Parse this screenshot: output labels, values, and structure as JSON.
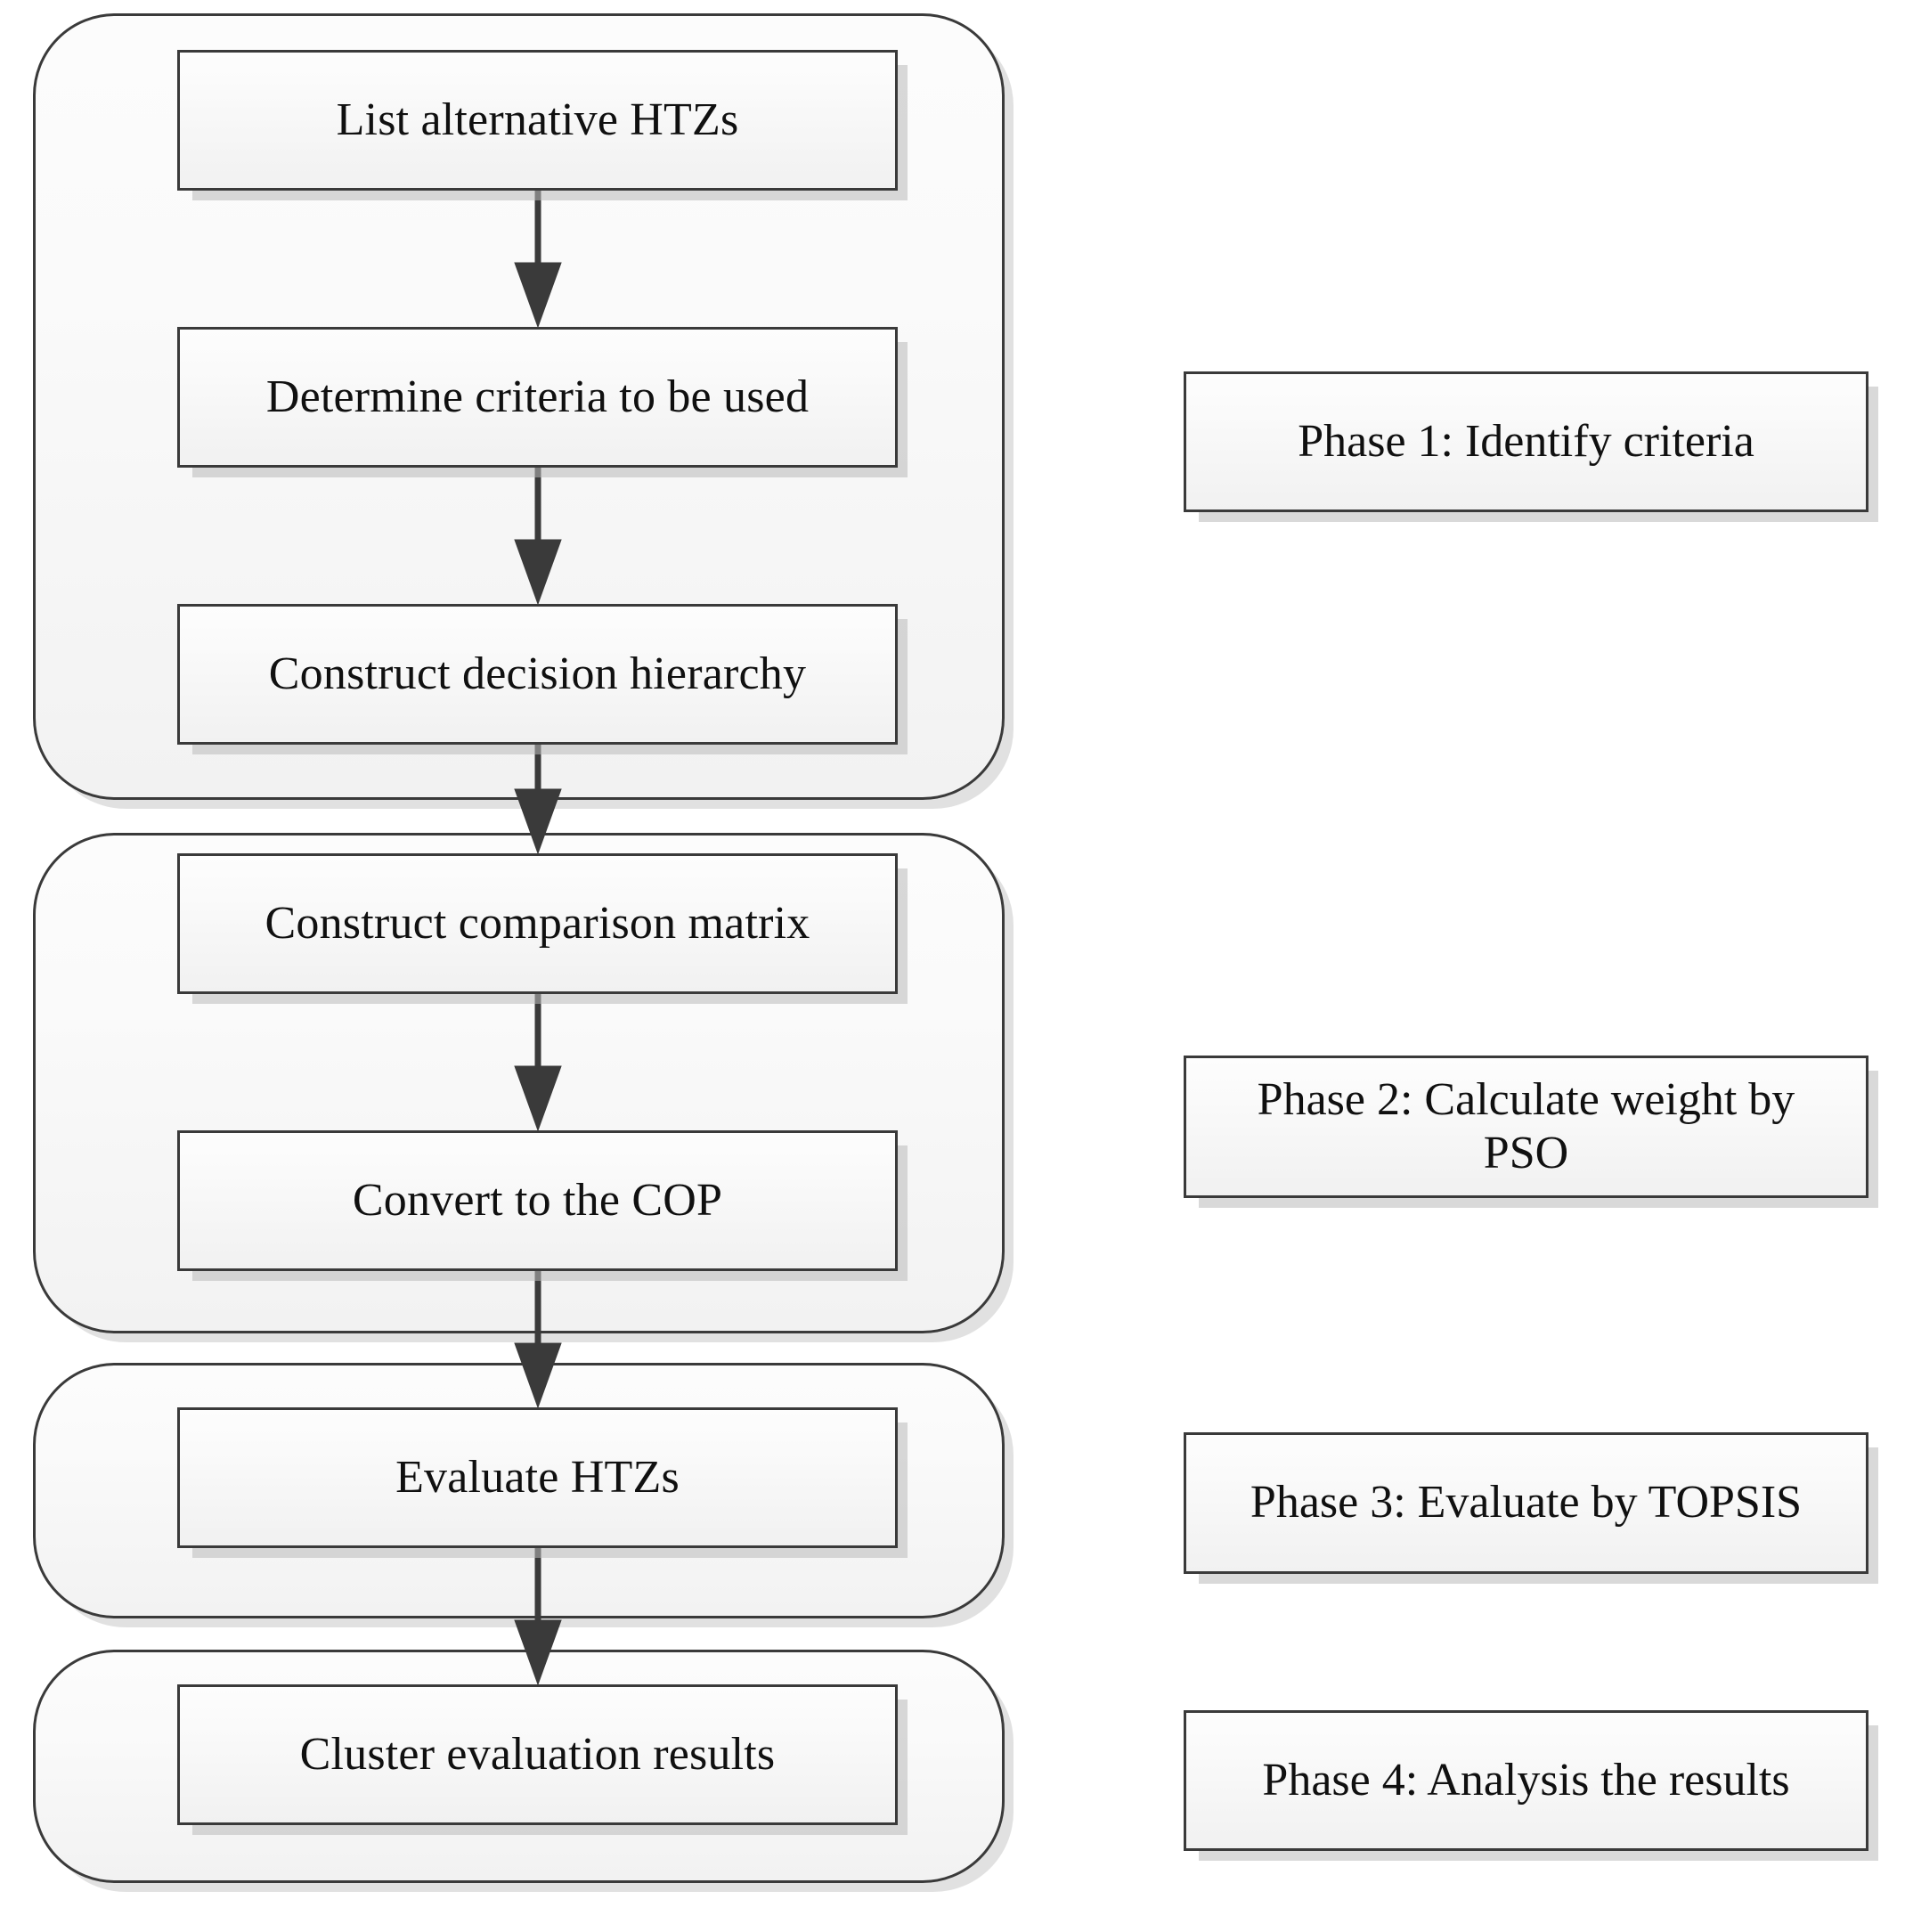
{
  "diagram": {
    "title": "HTZ evaluation methodology flowchart",
    "colors": {
      "box_border": "#3a3a3a",
      "box_fill_top": "#fdfdfd",
      "box_fill_bottom": "#f1f1f1",
      "arrow": "#3a3a3a",
      "shadow": "#b9b9b9",
      "background": "#ffffff"
    }
  },
  "groups": [
    {
      "id": "group-phase-1",
      "phase": "Phase 1"
    },
    {
      "id": "group-phase-2",
      "phase": "Phase 2"
    },
    {
      "id": "group-phase-3",
      "phase": "Phase 3"
    },
    {
      "id": "group-phase-4",
      "phase": "Phase 4"
    }
  ],
  "steps": [
    {
      "id": "step-1",
      "label": "List alternative HTZs"
    },
    {
      "id": "step-2",
      "label": "Determine criteria to be used"
    },
    {
      "id": "step-3",
      "label": "Construct decision hierarchy"
    },
    {
      "id": "step-4",
      "label": "Construct comparison matrix"
    },
    {
      "id": "step-5",
      "label": "Convert to the COP"
    },
    {
      "id": "step-6",
      "label": "Evaluate HTZs"
    },
    {
      "id": "step-7",
      "label": "Cluster evaluation results"
    }
  ],
  "phases": [
    {
      "id": "phase-1",
      "label": "Phase 1: Identify criteria"
    },
    {
      "id": "phase-2",
      "label": "Phase 2: Calculate weight by\nPSO"
    },
    {
      "id": "phase-3",
      "label": "Phase 3: Evaluate by TOPSIS"
    },
    {
      "id": "phase-4",
      "label": "Phase 4: Analysis the results"
    }
  ],
  "connectors": [
    {
      "id": "arrow-1",
      "from": "step-1",
      "to": "step-2"
    },
    {
      "id": "arrow-2",
      "from": "step-2",
      "to": "step-3"
    },
    {
      "id": "arrow-3",
      "from": "step-3",
      "to": "step-4"
    },
    {
      "id": "arrow-4",
      "from": "step-4",
      "to": "step-5"
    },
    {
      "id": "arrow-5",
      "from": "step-5",
      "to": "step-6"
    },
    {
      "id": "arrow-6",
      "from": "step-6",
      "to": "step-7"
    }
  ]
}
